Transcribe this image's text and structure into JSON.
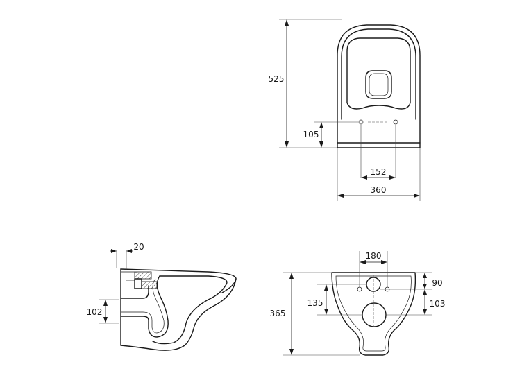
{
  "dimensions": {
    "top_height": "525",
    "top_hole_offset": "105",
    "top_hole_spacing": "152",
    "top_width": "360",
    "side_wall_gap": "20",
    "side_outlet_height": "102",
    "front_height": "365",
    "front_hole_spacing": "180",
    "front_top_offset": "90",
    "front_left_offset": "135",
    "front_right_offset": "103"
  },
  "colors": {
    "line": "#1a1a1a",
    "background": "#ffffff"
  }
}
